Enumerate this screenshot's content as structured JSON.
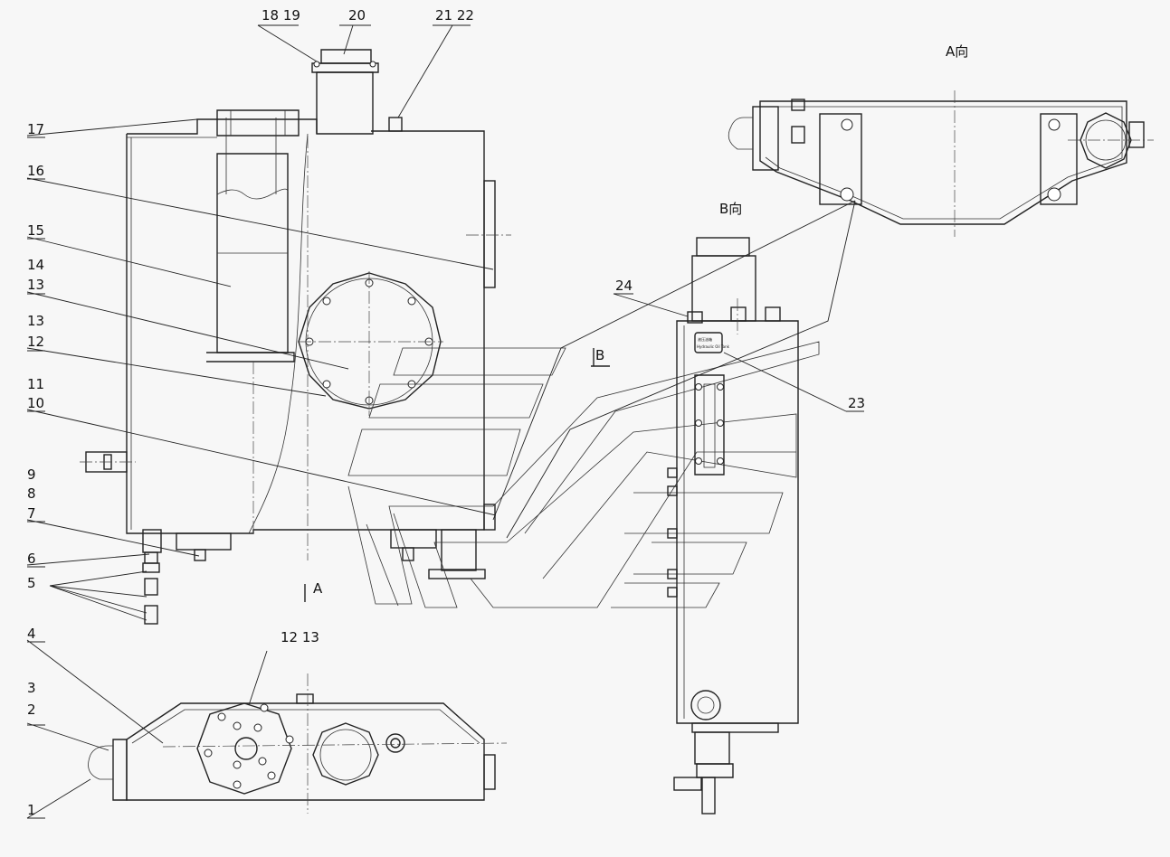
{
  "views": {
    "a_view": "A向",
    "b_view": "B向",
    "section_a": "A",
    "section_b": "B"
  },
  "callouts": {
    "c1": "1",
    "c2": "2",
    "c3": "3",
    "c4": "4",
    "c5": "5",
    "c6": "6",
    "c7": "7",
    "c8": "8",
    "c9": "9",
    "c10": "10",
    "c11": "11",
    "c12": "12",
    "c13a": "13",
    "c13b": "13",
    "c14": "14",
    "c15": "15",
    "c16": "16",
    "c17": "17",
    "c18_19": "18 19",
    "c20": "20",
    "c21_22": "21 22",
    "c23": "23",
    "c24": "24",
    "c12_13": "12 13"
  },
  "nameplate": {
    "line1": "液压油箱",
    "line2": "Hydraulic Oil Tank"
  }
}
